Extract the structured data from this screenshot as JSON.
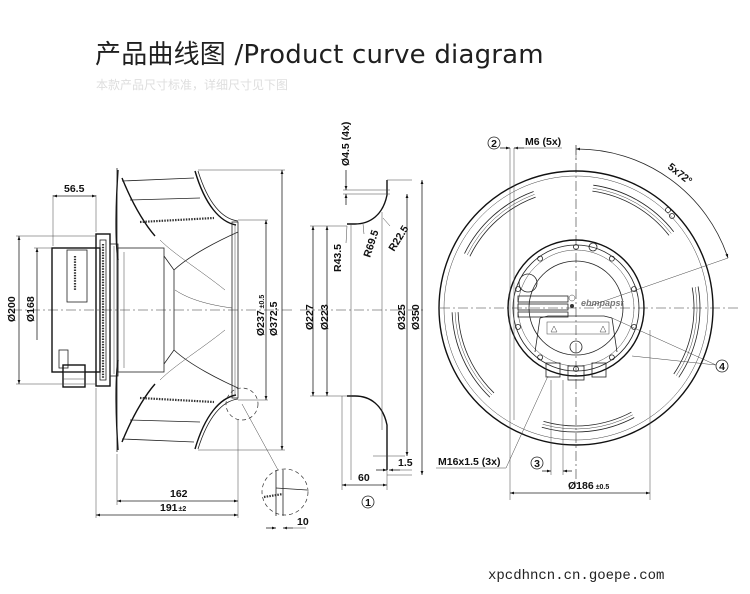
{
  "header": {
    "title": "产品曲线图 /Product curve diagram",
    "subtitle": "本款产品尺寸标准，详细尺寸见下图"
  },
  "side_view": {
    "dimensions": {
      "motor_depth": "56.5",
      "outer_dia": "Ø200",
      "inner_dia": "Ø168",
      "wheel_inlet_dia": "Ø237",
      "wheel_inlet_tol": "±0.5",
      "wheel_outer_dia": "Ø372.5",
      "length_inner": "162",
      "length_total": "191",
      "length_total_tol": "±2",
      "detail_width": "10"
    }
  },
  "inlet_ring": {
    "dimensions": {
      "hole_dia": "Ø4.5 (4x)",
      "radius_1": "R43.5",
      "radius_2": "R69.5",
      "radius_3": "R22.5",
      "dia_1": "Ø227",
      "dia_2": "Ø223",
      "dia_3": "Ø325",
      "dia_4": "Ø350",
      "depth": "60",
      "thickness": "1.5"
    },
    "callout": "1"
  },
  "front_view": {
    "callouts": [
      "2",
      "3",
      "4"
    ],
    "dimensions": {
      "thread": "M6 (5x)",
      "angle": "5x72°",
      "cable_gland": "M16x1.5 (3x)",
      "bolt_circle": "Ø186",
      "bolt_circle_tol": "±0.5"
    },
    "logo_text": "ebmpapst"
  },
  "watermark": "xpcdhncn.cn.goepe.com"
}
